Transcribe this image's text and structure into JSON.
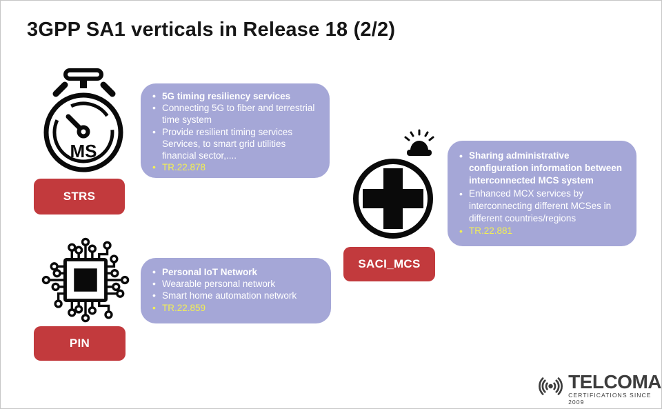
{
  "slide": {
    "title": "3GPP SA1 verticals in Release 18 (2/2)"
  },
  "colors": {
    "box_purple": "#a5a7d7",
    "button_red": "#c23a3d",
    "tr_yellow": "#f2ef53",
    "title_dark": "#161616",
    "logo_gray": "#3d3d3d"
  },
  "verticals": {
    "strs": {
      "label": "STRS",
      "icon": "stopwatch-ms-icon",
      "stopwatch_dial_text": "MS",
      "bullets": [
        {
          "text": "5G timing resiliency services",
          "style": "bold"
        },
        {
          "text": "Connecting 5G to fiber and terrestrial time system",
          "style": "normal"
        },
        {
          "text": "Provide resilient timing services Services, to smart grid utilities financial sector,....",
          "style": "normal"
        },
        {
          "text": "TR.22.878",
          "style": "yellow"
        }
      ]
    },
    "saci_mcs": {
      "label": "SACI_MCS",
      "icon": "medical-cross-siren-icon",
      "bullets": [
        {
          "text": "Sharing administrative configuration information between interconnected MCS system",
          "style": "bold"
        },
        {
          "text": "Enhanced MCX services by interconnecting different MCSes in different countries/regions",
          "style": "normal"
        },
        {
          "text": "TR.22.881",
          "style": "yellow"
        }
      ]
    },
    "pin": {
      "label": "PIN",
      "icon": "microchip-icon",
      "bullets": [
        {
          "text": "Personal IoT Network",
          "style": "bold"
        },
        {
          "text": "Wearable personal network",
          "style": "normal"
        },
        {
          "text": "Smart home automation network",
          "style": "normal"
        },
        {
          "text": "TR.22.859",
          "style": "yellow"
        }
      ]
    }
  },
  "logo": {
    "name": "TELCOMA",
    "tagline": "CERTIFICATIONS SINCE 2009"
  }
}
